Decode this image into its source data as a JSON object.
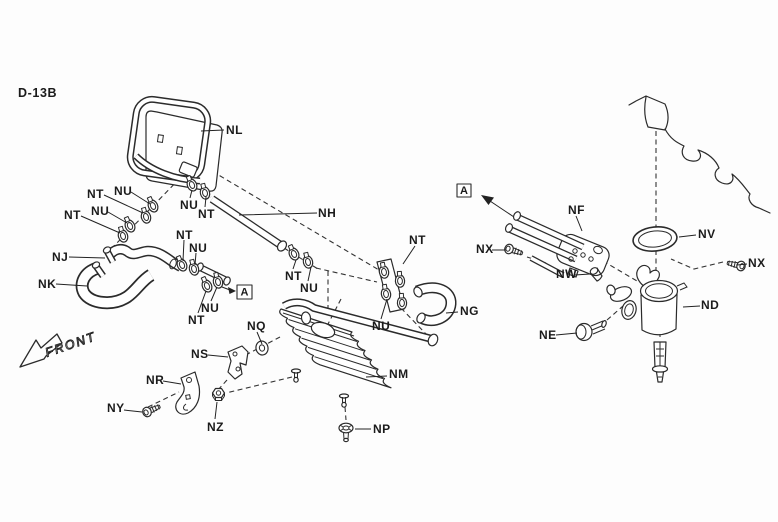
{
  "diagram": {
    "code": "D-13B",
    "front_label": "FRONT",
    "ref_a_left": "A",
    "ref_a_right": "A"
  },
  "callouts": [
    {
      "text": "NL"
    },
    {
      "text": "NT"
    },
    {
      "text": "NU"
    },
    {
      "text": "NT"
    },
    {
      "text": "NU"
    },
    {
      "text": "NU"
    },
    {
      "text": "NT"
    },
    {
      "text": "NH"
    },
    {
      "text": "NT"
    },
    {
      "text": "NU"
    },
    {
      "text": "NJ"
    },
    {
      "text": "NK"
    },
    {
      "text": "NU"
    },
    {
      "text": "NT"
    },
    {
      "text": "NT"
    },
    {
      "text": "NU"
    },
    {
      "text": "NT"
    },
    {
      "text": "NU"
    },
    {
      "text": "NG"
    },
    {
      "text": "NQ"
    },
    {
      "text": "NS"
    },
    {
      "text": "NR"
    },
    {
      "text": "NY"
    },
    {
      "text": "NZ"
    },
    {
      "text": "NM"
    },
    {
      "text": "NP"
    },
    {
      "text": "NF"
    },
    {
      "text": "NX"
    },
    {
      "text": "NW"
    },
    {
      "text": "NV"
    },
    {
      "text": "NX"
    },
    {
      "text": "ND"
    },
    {
      "text": "NE"
    }
  ]
}
